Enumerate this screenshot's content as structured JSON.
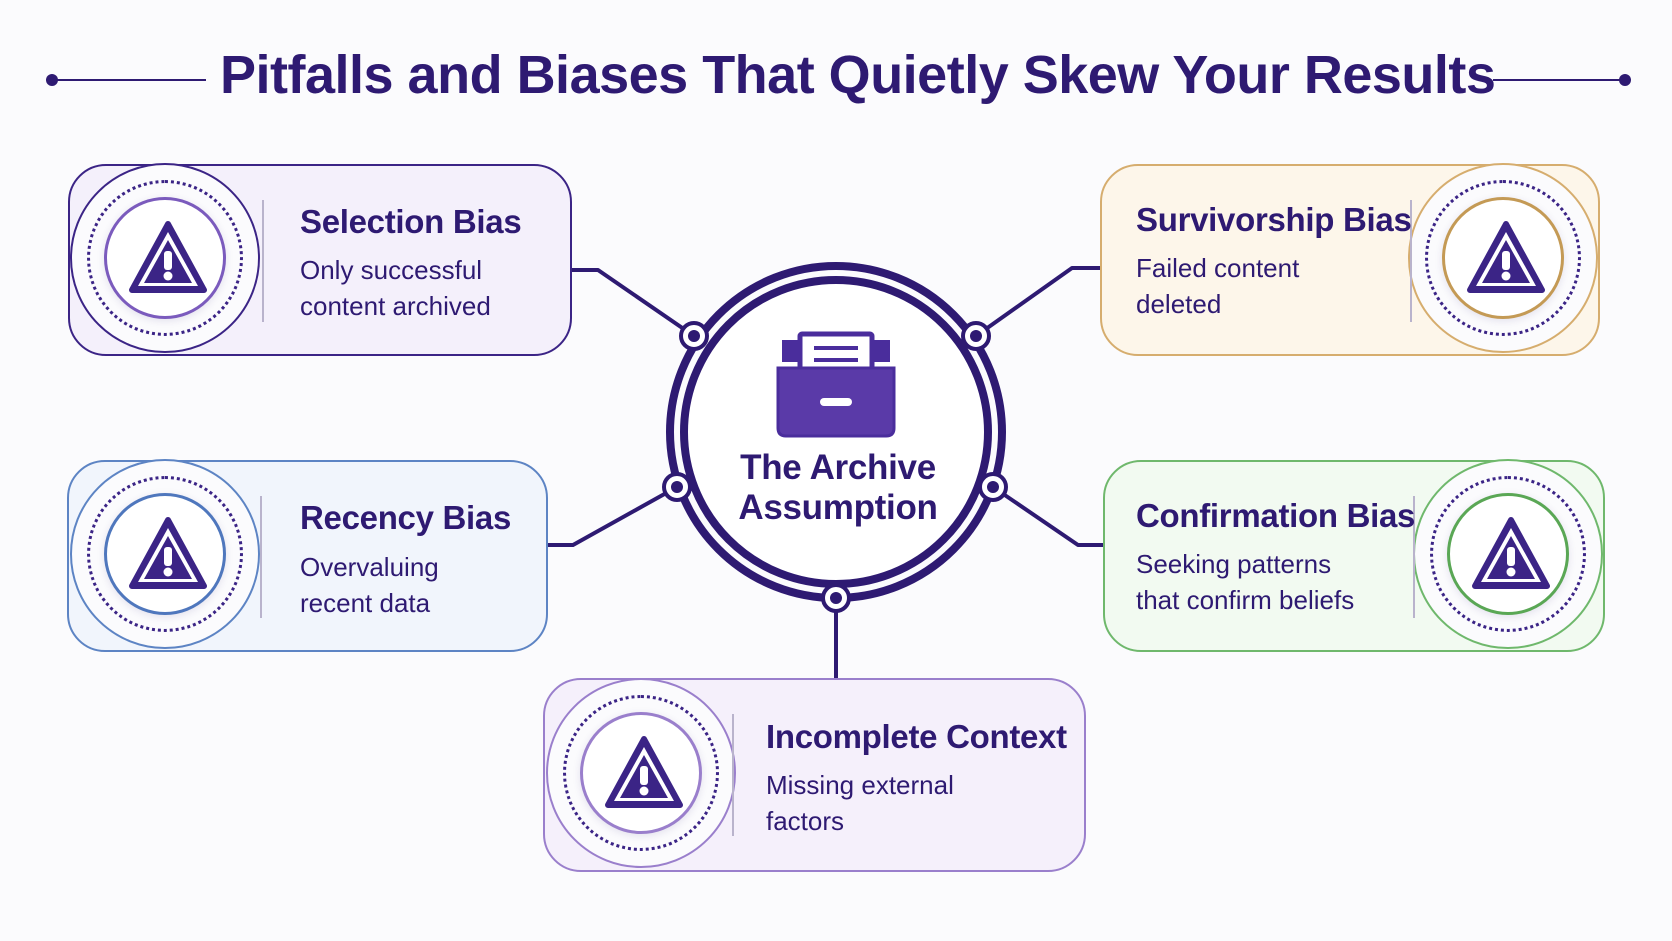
{
  "title": "Pitfalls and Biases That Quietly Skew Your Results",
  "center": {
    "line1": "The Archive",
    "line2": "Assumption",
    "icon": "archive-box-icon"
  },
  "colors": {
    "primary": "#2e1a72",
    "selection": "#3b2486",
    "survivorship": "#d6ad6e",
    "recency": "#5d84c4",
    "confirmation": "#6fb86c",
    "incomplete": "#9a7fcc"
  },
  "biases": {
    "selection": {
      "title": "Selection Bias",
      "desc_line1": "Only successful",
      "desc_line2": "content archived",
      "icon": "warning-icon"
    },
    "survivorship": {
      "title": "Survivorship Bias",
      "desc_line1": "Failed content",
      "desc_line2": "deleted",
      "icon": "warning-icon"
    },
    "recency": {
      "title": "Recency Bias",
      "desc_line1": "Overvaluing",
      "desc_line2": "recent data",
      "icon": "warning-icon"
    },
    "confirmation": {
      "title": "Confirmation Bias",
      "desc_line1": "Seeking patterns",
      "desc_line2": "that confirm beliefs",
      "icon": "warning-icon"
    },
    "incomplete": {
      "title": "Incomplete Context",
      "desc_line1": "Missing external",
      "desc_line2": "factors",
      "icon": "warning-icon"
    }
  }
}
